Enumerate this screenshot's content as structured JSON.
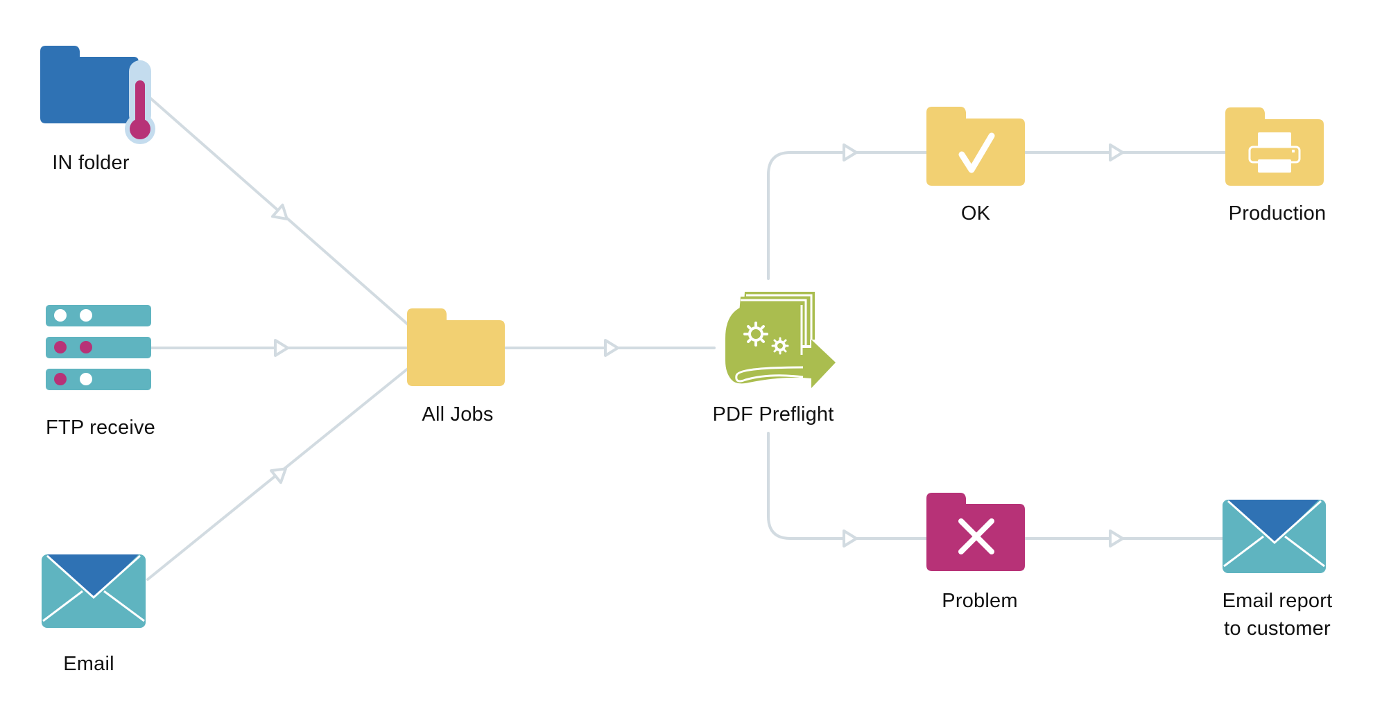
{
  "diagram": {
    "type": "workflow",
    "colors": {
      "connector": "#d2dbe1",
      "folder_yellow": "#f2d072",
      "folder_blue": "#2f72b4",
      "folder_magenta": "#b73277",
      "teal": "#5fb4c0",
      "thermo_light": "#c4dcee",
      "magenta": "#b73277",
      "green": "#aabd4f",
      "white": "#ffffff"
    },
    "nodes": [
      {
        "id": "in_folder",
        "label": "IN folder",
        "icon": "hot-folder-thermometer-icon"
      },
      {
        "id": "ftp_receive",
        "label": "FTP receive",
        "icon": "ftp-server-icon"
      },
      {
        "id": "email",
        "label": "Email",
        "icon": "envelope-icon"
      },
      {
        "id": "all_jobs",
        "label": "All Jobs",
        "icon": "folder-icon"
      },
      {
        "id": "pdf_preflight",
        "label": "PDF Preflight",
        "icon": "preflight-gears-icon"
      },
      {
        "id": "ok",
        "label": "OK",
        "icon": "folder-check-icon"
      },
      {
        "id": "production",
        "label": "Production",
        "icon": "folder-printer-icon"
      },
      {
        "id": "problem",
        "label": "Problem",
        "icon": "folder-x-icon"
      },
      {
        "id": "email_report",
        "label_line1": "Email report",
        "label_line2": "to customer",
        "icon": "envelope-icon"
      }
    ],
    "connections": [
      {
        "from": "in_folder",
        "to": "all_jobs"
      },
      {
        "from": "ftp_receive",
        "to": "all_jobs"
      },
      {
        "from": "email",
        "to": "all_jobs"
      },
      {
        "from": "all_jobs",
        "to": "pdf_preflight"
      },
      {
        "from": "pdf_preflight",
        "to": "ok"
      },
      {
        "from": "pdf_preflight",
        "to": "problem"
      },
      {
        "from": "ok",
        "to": "production"
      },
      {
        "from": "problem",
        "to": "email_report"
      }
    ]
  }
}
